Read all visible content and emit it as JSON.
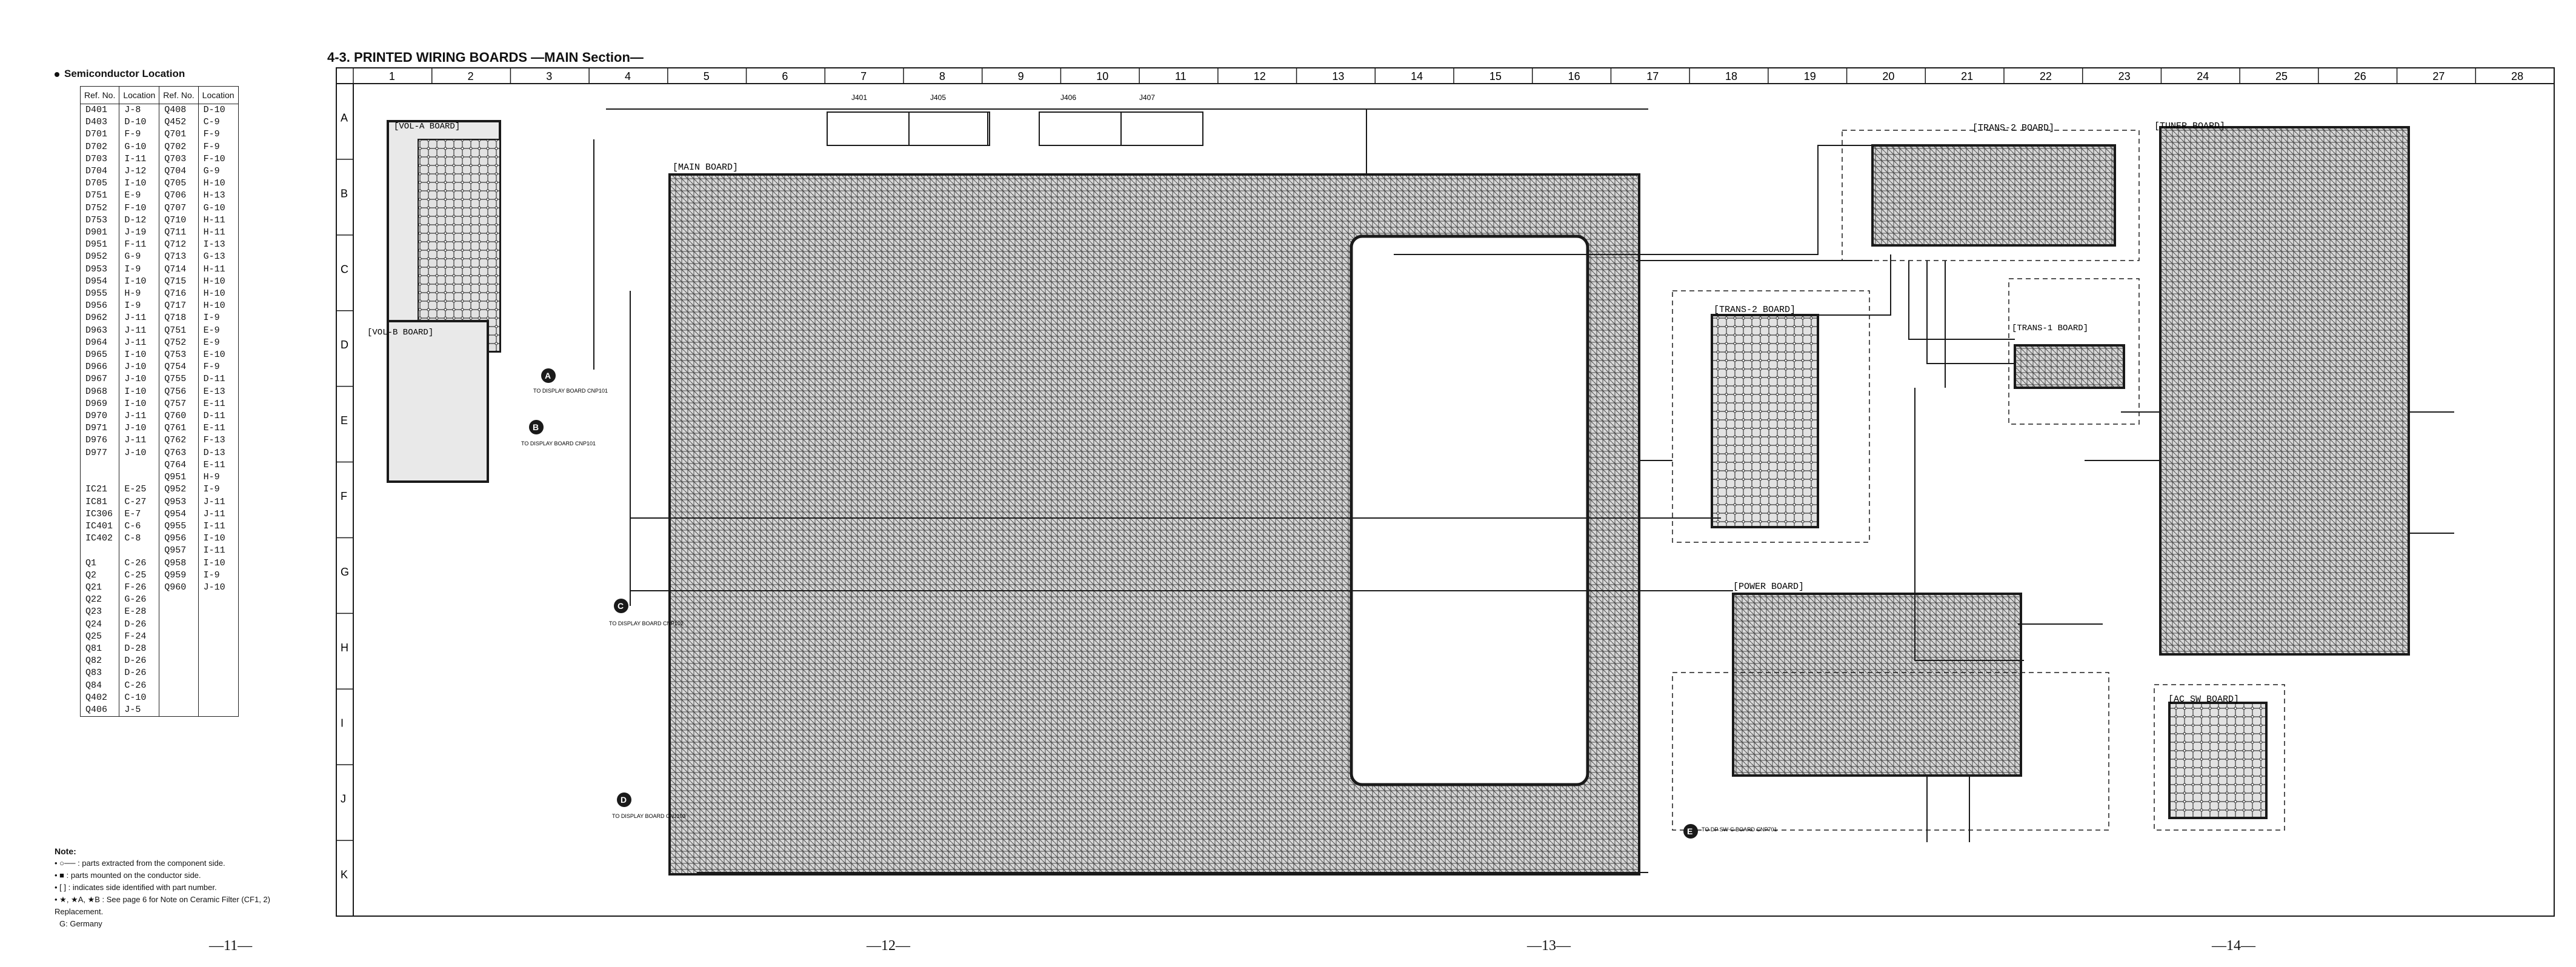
{
  "page_title": "4-3. PRINTED WIRING BOARDS —MAIN Section—",
  "semiconductor": {
    "title": "Semiconductor Location",
    "headers": [
      "Ref. No.",
      "Location",
      "Ref. No.",
      "Location"
    ],
    "left": [
      [
        "D401",
        "J-8"
      ],
      [
        "D403",
        "D-10"
      ],
      [
        "D701",
        "F-9"
      ],
      [
        "D702",
        "G-10"
      ],
      [
        "D703",
        "I-11"
      ],
      [
        "D704",
        "J-12"
      ],
      [
        "D705",
        "I-10"
      ],
      [
        "D751",
        "E-9"
      ],
      [
        "D752",
        "F-10"
      ],
      [
        "D753",
        "D-12"
      ],
      [
        "D901",
        "J-19"
      ],
      [
        "D951",
        "F-11"
      ],
      [
        "D952",
        "G-9"
      ],
      [
        "D953",
        "I-9"
      ],
      [
        "D954",
        "I-10"
      ],
      [
        "D955",
        "H-9"
      ],
      [
        "D956",
        "I-9"
      ],
      [
        "D962",
        "J-11"
      ],
      [
        "D963",
        "J-11"
      ],
      [
        "D964",
        "J-11"
      ],
      [
        "D965",
        "I-10"
      ],
      [
        "D966",
        "J-10"
      ],
      [
        "D967",
        "J-10"
      ],
      [
        "D968",
        "I-10"
      ],
      [
        "D969",
        "I-10"
      ],
      [
        "D970",
        "J-11"
      ],
      [
        "D971",
        "J-10"
      ],
      [
        "D976",
        "J-11"
      ],
      [
        "D977",
        "J-10"
      ],
      [
        "",
        ""
      ],
      [
        "",
        ""
      ],
      [
        "IC21",
        "E-25"
      ],
      [
        "IC81",
        "C-27"
      ],
      [
        "IC306",
        "E-7"
      ],
      [
        "IC401",
        "C-6"
      ],
      [
        "IC402",
        "C-8"
      ],
      [
        "",
        ""
      ],
      [
        "Q1",
        "C-26"
      ],
      [
        "Q2",
        "C-25"
      ],
      [
        "Q21",
        "F-26"
      ],
      [
        "Q22",
        "G-26"
      ],
      [
        "Q23",
        "E-28"
      ],
      [
        "Q24",
        "D-26"
      ],
      [
        "Q25",
        "F-24"
      ],
      [
        "Q81",
        "D-28"
      ],
      [
        "Q82",
        "D-26"
      ],
      [
        "Q83",
        "D-26"
      ],
      [
        "Q84",
        "C-26"
      ],
      [
        "Q402",
        "C-10"
      ],
      [
        "Q406",
        "J-5"
      ]
    ],
    "right": [
      [
        "Q408",
        "D-10"
      ],
      [
        "Q452",
        "C-9"
      ],
      [
        "Q701",
        "F-9"
      ],
      [
        "Q702",
        "F-9"
      ],
      [
        "Q703",
        "F-10"
      ],
      [
        "Q704",
        "G-9"
      ],
      [
        "Q705",
        "H-10"
      ],
      [
        "Q706",
        "H-13"
      ],
      [
        "Q707",
        "G-10"
      ],
      [
        "Q710",
        "H-11"
      ],
      [
        "Q711",
        "H-11"
      ],
      [
        "Q712",
        "I-13"
      ],
      [
        "Q713",
        "G-13"
      ],
      [
        "Q714",
        "H-11"
      ],
      [
        "Q715",
        "H-10"
      ],
      [
        "Q716",
        "H-10"
      ],
      [
        "Q717",
        "H-10"
      ],
      [
        "Q718",
        "I-9"
      ],
      [
        "Q751",
        "E-9"
      ],
      [
        "Q752",
        "E-9"
      ],
      [
        "Q753",
        "E-10"
      ],
      [
        "Q754",
        "F-9"
      ],
      [
        "Q755",
        "D-11"
      ],
      [
        "Q756",
        "E-13"
      ],
      [
        "Q757",
        "E-11"
      ],
      [
        "Q760",
        "D-11"
      ],
      [
        "Q761",
        "E-11"
      ],
      [
        "Q762",
        "F-13"
      ],
      [
        "Q763",
        "D-13"
      ],
      [
        "Q764",
        "E-11"
      ],
      [
        "Q951",
        "H-9"
      ],
      [
        "Q952",
        "I-9"
      ],
      [
        "Q953",
        "J-11"
      ],
      [
        "Q954",
        "J-11"
      ],
      [
        "Q955",
        "I-11"
      ],
      [
        "Q956",
        "I-10"
      ],
      [
        "Q957",
        "I-11"
      ],
      [
        "Q958",
        "I-10"
      ],
      [
        "Q959",
        "I-9"
      ],
      [
        "Q960",
        "J-10"
      ],
      [
        "",
        ""
      ],
      [
        "",
        ""
      ],
      [
        "",
        ""
      ],
      [
        "",
        ""
      ],
      [
        "",
        ""
      ],
      [
        "",
        ""
      ],
      [
        "",
        ""
      ],
      [
        "",
        ""
      ],
      [
        "",
        ""
      ]
    ]
  },
  "notes": {
    "title": "Note:",
    "items": [
      ": parts extracted from the component side.",
      ": parts mounted on the conductor side.",
      ": indicates side identified with part number.",
      "★, ★A, ★B : See page 6 for Note on Ceramic Filter (CF1, 2) Replacement."
    ],
    "germany": "G: Germany"
  },
  "column_numbers": [
    "1",
    "2",
    "3",
    "4",
    "5",
    "6",
    "7",
    "8",
    "9",
    "10",
    "11",
    "12",
    "13",
    "14",
    "15",
    "16",
    "17",
    "18",
    "19",
    "20",
    "21",
    "22",
    "23",
    "24",
    "25",
    "26",
    "27",
    "28"
  ],
  "row_letters": [
    "A",
    "B",
    "C",
    "D",
    "E",
    "F",
    "G",
    "H",
    "I",
    "J",
    "K"
  ],
  "boards": {
    "main": "[MAIN BOARD]",
    "vol_a": "[VOL-A BOARD]",
    "vol_b": "[VOL-B BOARD]",
    "trans2_top": "[TRANS-2 BOARD]",
    "trans2_mid": "[TRANS-2 BOARD]",
    "trans1": "[TRANS-1 BOARD]",
    "tuner": "[TUNER BOARD]",
    "power": "[POWER BOARD]",
    "acsw": "[AC SW BOARD]"
  },
  "connectors": {
    "A": "TO DISPLAY BOARD CNP101",
    "B": "TO DISPLAY BOARD CNP101",
    "C": "TO DISPLAY BOARD CNP102",
    "D": "TO DISPLAY BOARD CNJ103",
    "E": "TO DP SW-C BOARD CNP701"
  },
  "jacks": [
    "J401",
    "J405",
    "J406",
    "J407"
  ],
  "page_numbers": [
    "—11—",
    "—12—",
    "—13—",
    "—14—"
  ],
  "colors": {
    "ink": "#1a1a1a",
    "paper": "#ffffff"
  }
}
